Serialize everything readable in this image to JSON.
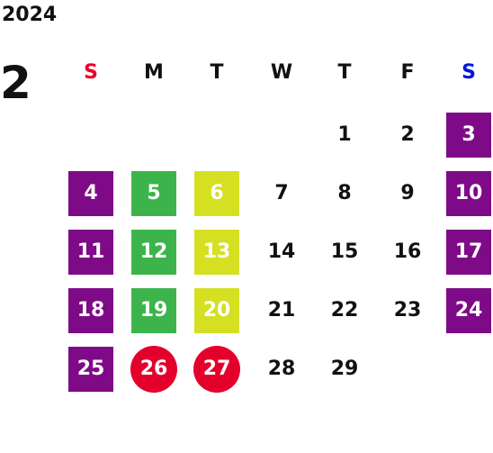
{
  "calendar": {
    "year": "2024",
    "month": "2",
    "weekdays": [
      {
        "label": "S",
        "color": "#e8002a"
      },
      {
        "label": "M",
        "color": "#111111"
      },
      {
        "label": "T",
        "color": "#111111"
      },
      {
        "label": "W",
        "color": "#111111"
      },
      {
        "label": "T",
        "color": "#111111"
      },
      {
        "label": "F",
        "color": "#111111"
      },
      {
        "label": "S",
        "color": "#0018d8"
      }
    ],
    "first_weekday_index": 4,
    "days": [
      {
        "day": "1",
        "bg": "",
        "shape": "none"
      },
      {
        "day": "2",
        "bg": "",
        "shape": "none"
      },
      {
        "day": "3",
        "bg": "#7f0a88",
        "shape": "square"
      },
      {
        "day": "4",
        "bg": "#7f0a88",
        "shape": "square"
      },
      {
        "day": "5",
        "bg": "#3cb44b",
        "shape": "square"
      },
      {
        "day": "6",
        "bg": "#d4e021",
        "shape": "square"
      },
      {
        "day": "7",
        "bg": "",
        "shape": "none"
      },
      {
        "day": "8",
        "bg": "",
        "shape": "none"
      },
      {
        "day": "9",
        "bg": "",
        "shape": "none"
      },
      {
        "day": "10",
        "bg": "#7f0a88",
        "shape": "square"
      },
      {
        "day": "11",
        "bg": "#7f0a88",
        "shape": "square"
      },
      {
        "day": "12",
        "bg": "#3cb44b",
        "shape": "square"
      },
      {
        "day": "13",
        "bg": "#d4e021",
        "shape": "square"
      },
      {
        "day": "14",
        "bg": "",
        "shape": "none"
      },
      {
        "day": "15",
        "bg": "",
        "shape": "none"
      },
      {
        "day": "16",
        "bg": "",
        "shape": "none"
      },
      {
        "day": "17",
        "bg": "#7f0a88",
        "shape": "square"
      },
      {
        "day": "18",
        "bg": "#7f0a88",
        "shape": "square"
      },
      {
        "day": "19",
        "bg": "#3cb44b",
        "shape": "square"
      },
      {
        "day": "20",
        "bg": "#d4e021",
        "shape": "square"
      },
      {
        "day": "21",
        "bg": "",
        "shape": "none"
      },
      {
        "day": "22",
        "bg": "",
        "shape": "none"
      },
      {
        "day": "23",
        "bg": "",
        "shape": "none"
      },
      {
        "day": "24",
        "bg": "#7f0a88",
        "shape": "square"
      },
      {
        "day": "25",
        "bg": "#7f0a88",
        "shape": "square"
      },
      {
        "day": "26",
        "bg": "#e4002b",
        "shape": "circle"
      },
      {
        "day": "27",
        "bg": "#e4002b",
        "shape": "circle"
      },
      {
        "day": "28",
        "bg": "",
        "shape": "none"
      },
      {
        "day": "29",
        "bg": "",
        "shape": "none"
      }
    ]
  }
}
